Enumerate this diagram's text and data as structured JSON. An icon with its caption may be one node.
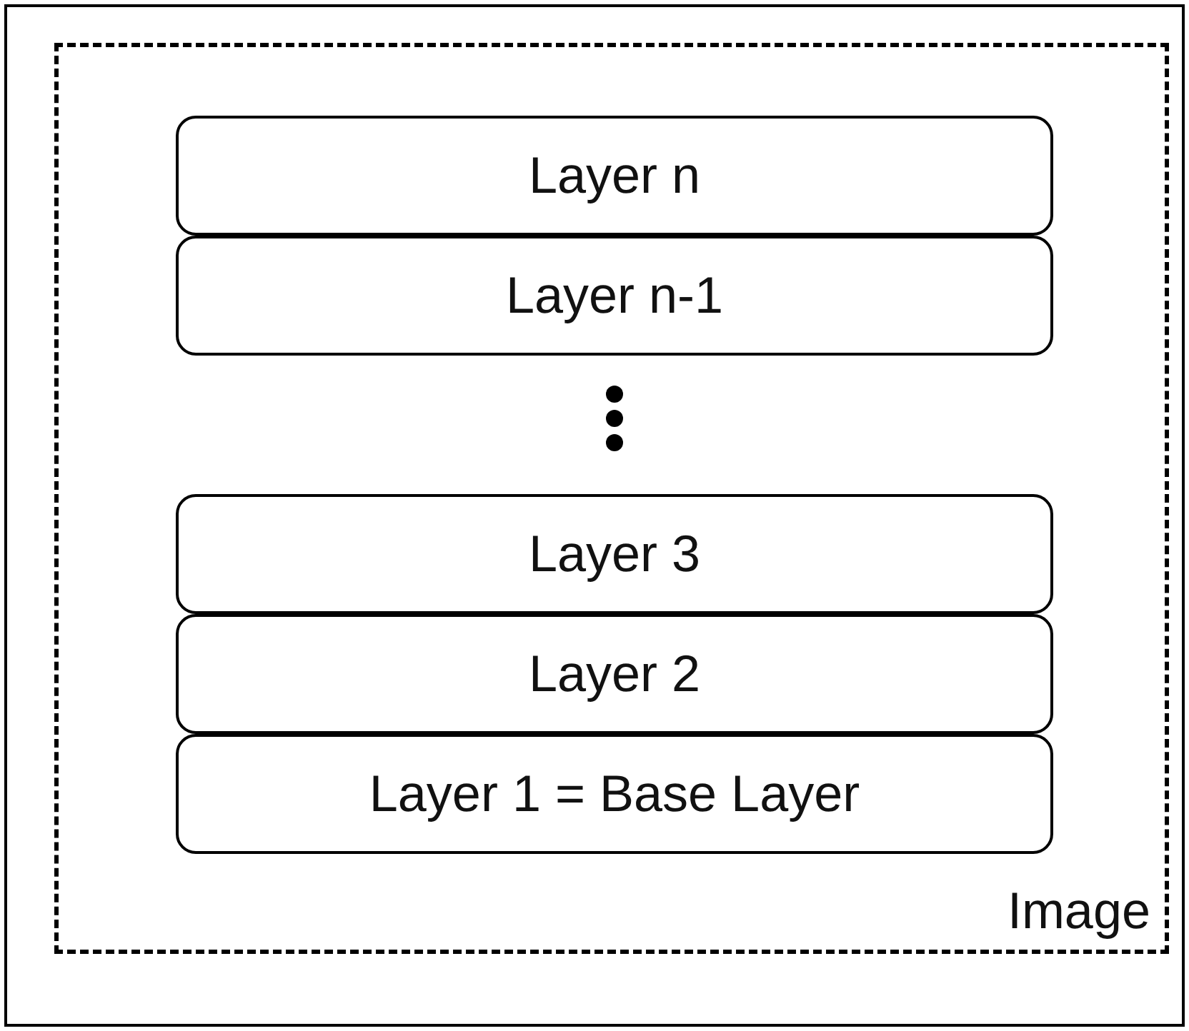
{
  "diagram": {
    "nodes": [
      {
        "text": [
          "Image"
        ]
      },
      {
        "text": [
          "Layer n"
        ],
        "in": 0
      },
      {
        "text": [
          "Layer n-1"
        ],
        "in": 0
      },
      {
        "text": [
          "Layer 3"
        ],
        "in": 0
      },
      {
        "text": [
          "Layer 2"
        ],
        "in": 0
      },
      {
        "text": [
          "Layer 1 = Base Layer"
        ],
        "in": 0
      }
    ],
    "edges": []
  }
}
